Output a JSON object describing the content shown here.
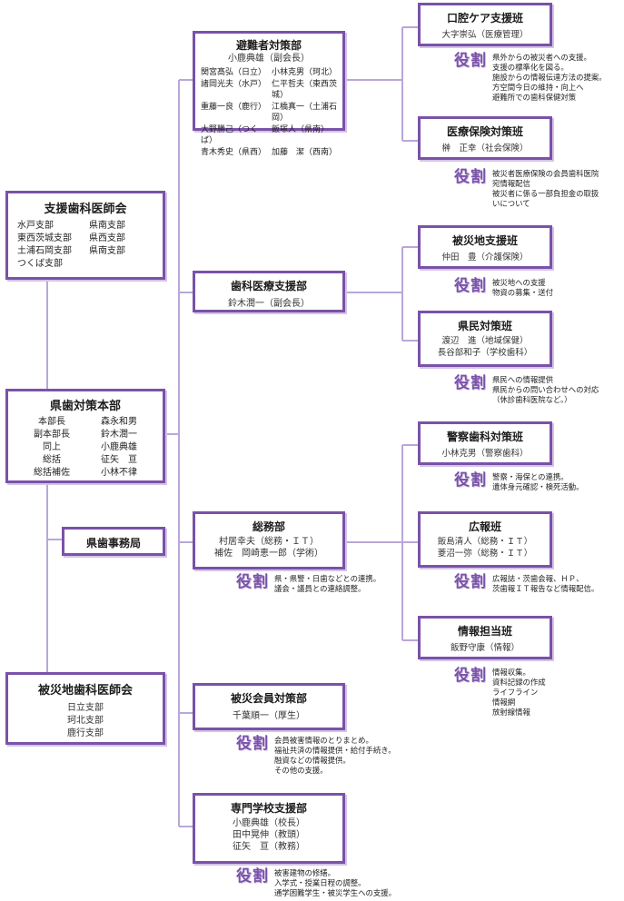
{
  "colors": {
    "border": "#7a52a8",
    "line": "#b9a7d9",
    "badge": "#7a52a8"
  },
  "role_label": "役割",
  "left": {
    "shien": {
      "title": "支援歯科医師会",
      "branches": [
        "水戸支部",
        "県南支部",
        "東西茨城支部",
        "県西支部",
        "土浦石岡支部",
        "県南支部",
        "つくば支部"
      ]
    },
    "hq": {
      "title": "県歯対策本部",
      "members": [
        "本部長",
        "森永和男",
        "副本部長",
        "鈴木潤一",
        "同上",
        "小鹿典雄",
        "総括",
        "征矢　亘",
        "総括補佐",
        "小林不律"
      ]
    },
    "secretariat": {
      "title": "県歯事務局"
    },
    "hisai": {
      "title": "被災地歯科医師会",
      "branches": [
        "日立支部",
        "珂北支部",
        "鹿行支部"
      ]
    }
  },
  "mid": {
    "hinan": {
      "title": "避難者対策部",
      "lead": "小鹿典雄（副会長）",
      "members": [
        "関宮髙弘（日立）",
        "小林克男（珂北）",
        "諸岡光夫（水戸）",
        "仁平哲夫（東西茨城）",
        "重藤一良（鹿行）",
        "江橋真一（土浦石岡）",
        "大野勝己（つくば）",
        "飯塚人（県南）",
        "青木秀史（県西）",
        "加藤　潔（西南）"
      ]
    },
    "iryo": {
      "title": "歯科医療支援部",
      "lead": "鈴木潤一（副会長）"
    },
    "somu": {
      "title": "総務部",
      "names": [
        "村居幸夫（総務・ＩＴ）",
        "補佐　岡崎恵一郎（学術）"
      ],
      "role": "県・県警・日歯などとの連携。\n議会・議員との連絡調整。"
    },
    "kaiin": {
      "title": "被災会員対策部",
      "names": [
        "千葉順一（厚生）"
      ],
      "role": "会員被害情報のとりまとめ。\n福祉共済の情報提供・給付手続き。\n融資などの情報提供。\nその他の支援。"
    },
    "gakko": {
      "title": "専門学校支援部",
      "names": [
        "小鹿典雄（校長）",
        "田中晃伸（教頭）",
        "征矢　亘（教務）"
      ],
      "role": "被害建物の修繕。\n入学式・授業日程の調整。\n通学困難学生・被災学生への支援。"
    }
  },
  "right": {
    "koku": {
      "title": "口腔ケア支援班",
      "names": [
        "大字崇弘（医療管理）"
      ],
      "role": "県外からの被災者への支援。\n支援の標準化を図る。\n施設からの情報伝達方法の提案。\n方空間今日の維持・向上へ\n避難所での歯科保健対策"
    },
    "hoken": {
      "title": "医療保険対策班",
      "names": [
        "榊　正幸（社会保険）"
      ],
      "role": "被災者医療保険の会員歯科医院\n宛情報配信\n被災者に係る一部負担金の取扱\nいについて"
    },
    "hisaichi": {
      "title": "被災地支援班",
      "names": [
        "仲田　豊（介護保険）"
      ],
      "role": "被災地への支援\n物資の募集・送付"
    },
    "kenmin": {
      "title": "県民対策班",
      "names": [
        "渡辺　進（地域保健）",
        "長谷部和子（学校歯科）"
      ],
      "role": "県民への情報提供\n県民からの問い合わせへの対応\n（休診歯科医院など。）"
    },
    "keisatsu": {
      "title": "警察歯科対策班",
      "names": [
        "小林克男（警察歯科）"
      ],
      "role": "警察・海保との連携。\n遺体身元確認・検死活動。"
    },
    "koho": {
      "title": "広報班",
      "names": [
        "飯島清人（総務・ＩＴ）",
        "菱沼一弥（総務・ＩＴ）"
      ],
      "role": "広報誌・茨歯会報、ＨＰ、\n茨歯報ＩＴ報告など情報配信。"
    },
    "joho": {
      "title": "情報担当班",
      "names": [
        "飯野守康（情報）"
      ],
      "role": "情報収集。\n資料記録の作成\nライフライン\n情報網\n放射線情報"
    }
  }
}
